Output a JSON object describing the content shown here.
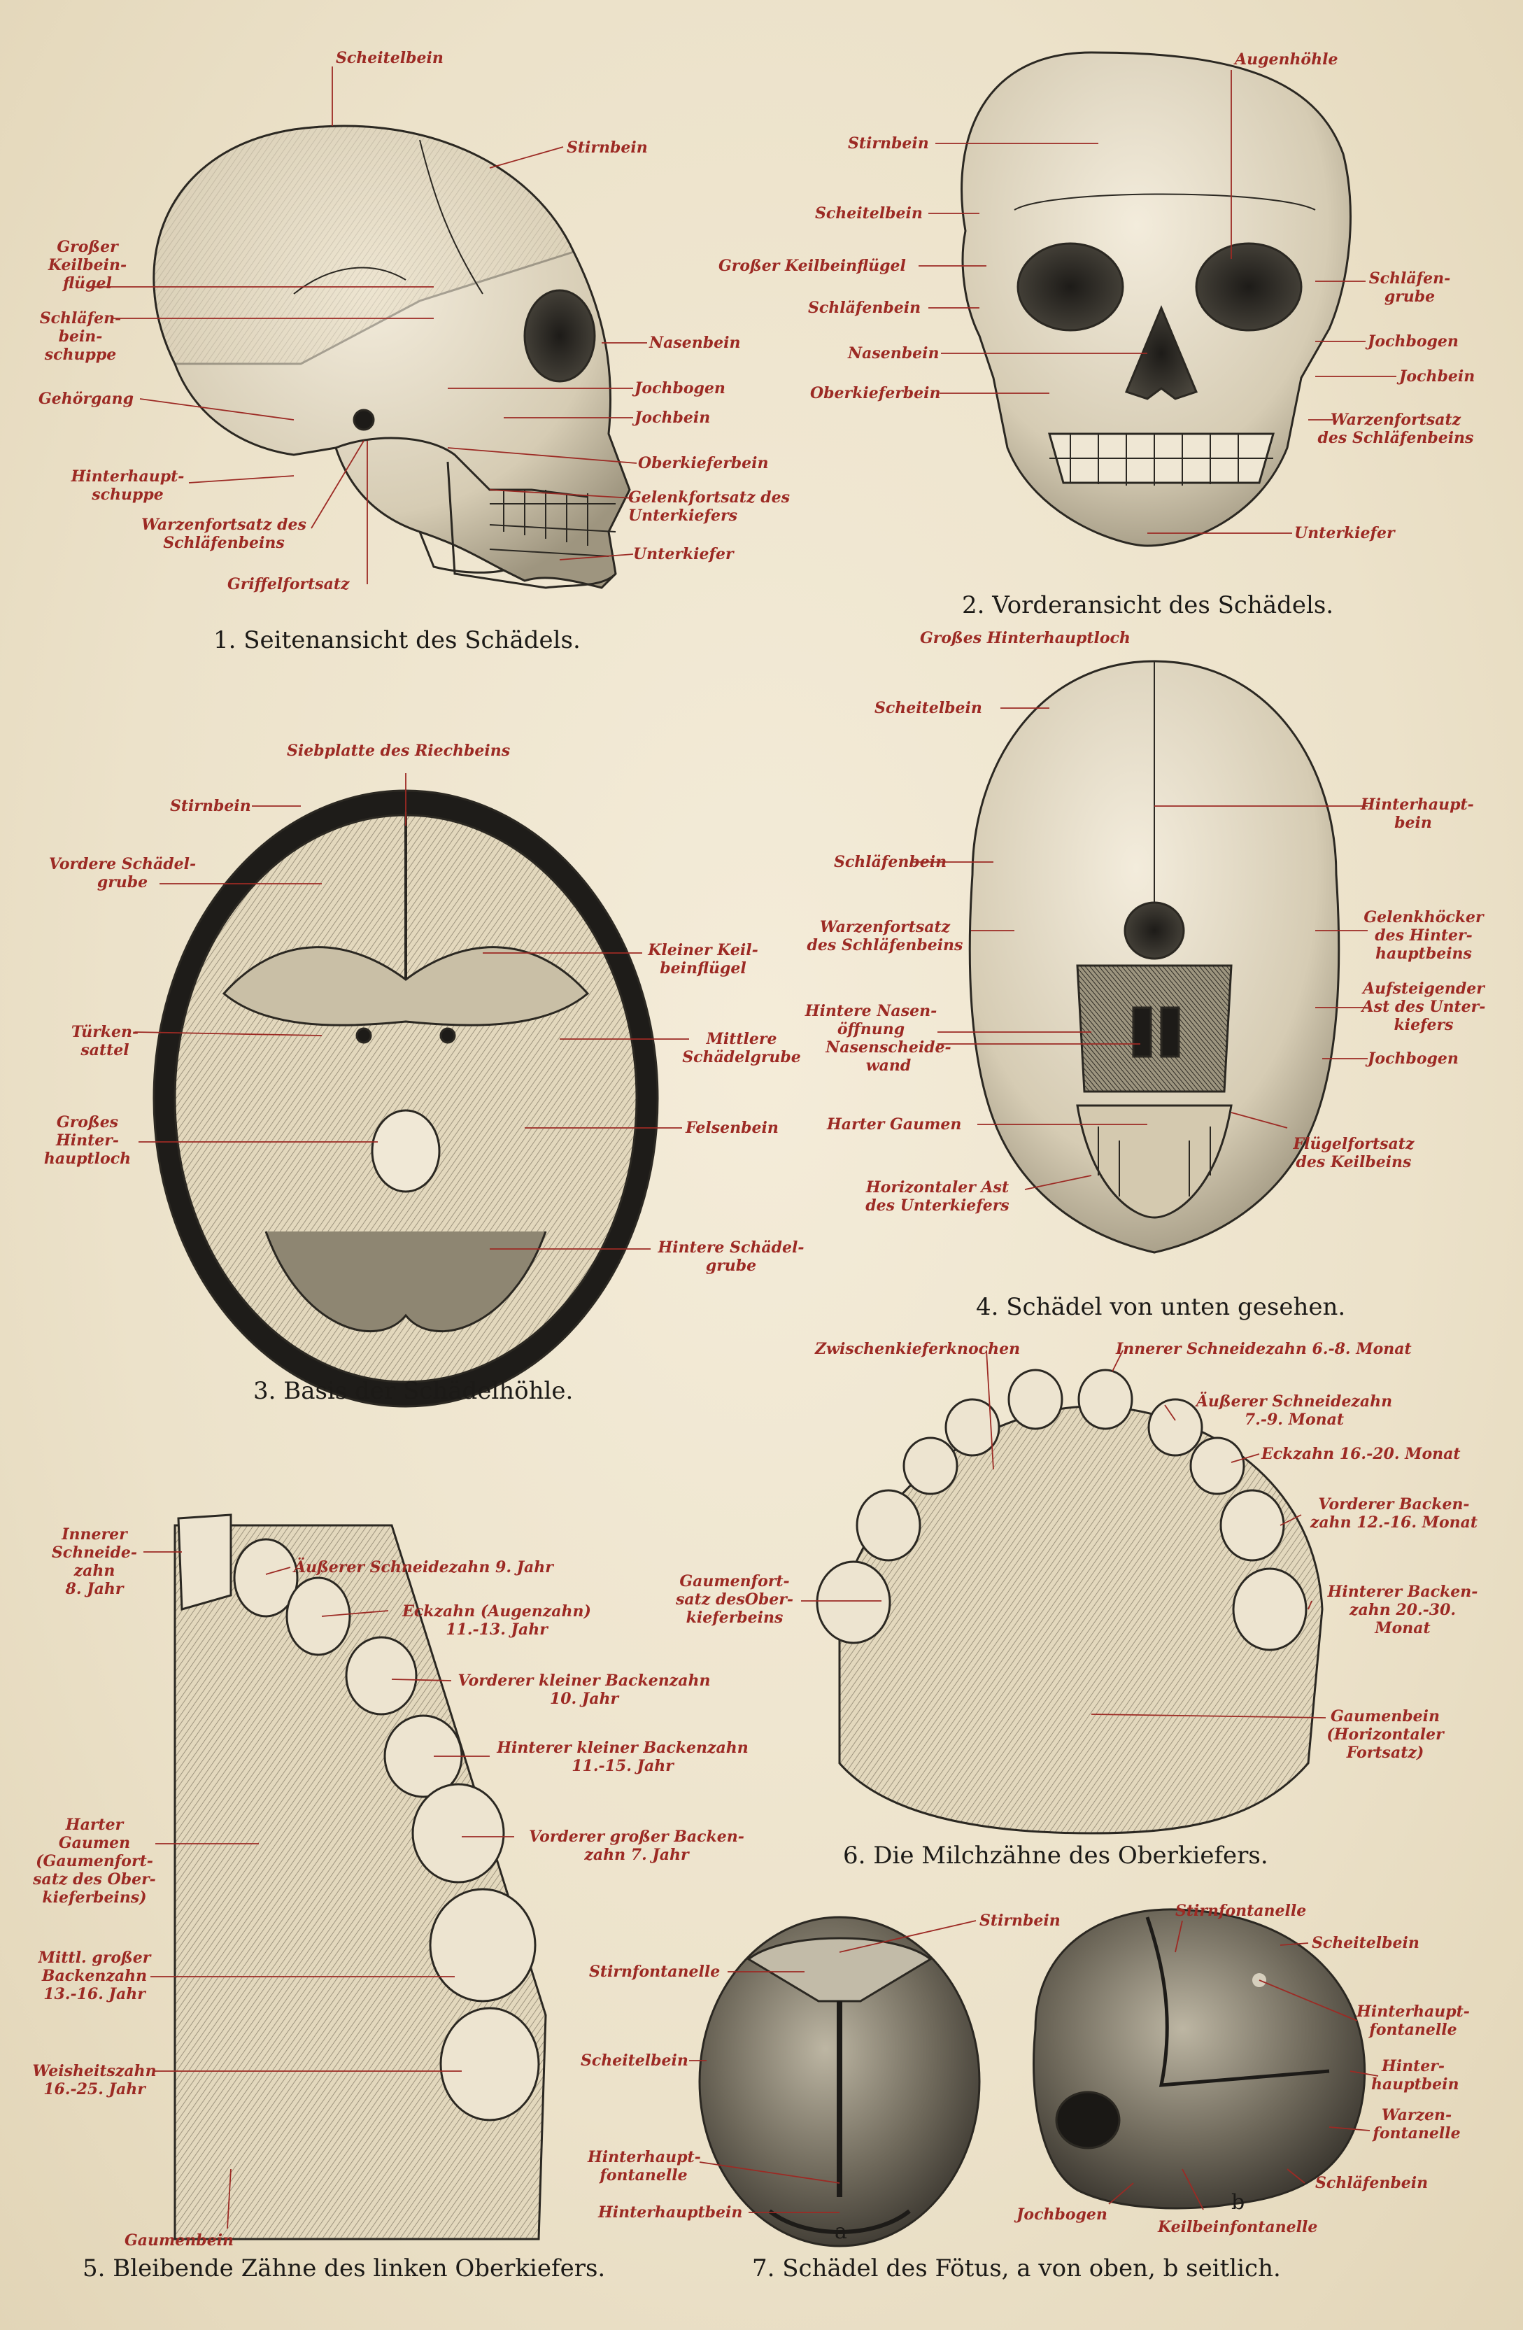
{
  "captions": {
    "fig1": "1. Seitenansicht des Schädels.",
    "fig2": "2. Vorderansicht des Schädels.",
    "fig3": "3. Basis der Schädelhöhle.",
    "fig4": "4. Schädel von unten gesehen.",
    "fig5": "5. Bleibende Zähne des linken Oberkiefers.",
    "fig6": "6. Die Milchzähne des Oberkiefers.",
    "fig7": "7. Schädel des Fötus, a von oben, b seitlich."
  },
  "fig7_sublabels": {
    "a": "a",
    "b": "b"
  },
  "fig1": {
    "scheitelbein": "Scheitelbein",
    "stirnbein": "Stirnbein",
    "grosser_keilbeinfluegel": "Großer\nKeilbein-\nflügel",
    "schlaefenbeinschuppe": "Schläfen-\nbein-\nschuppe",
    "gehoergang": "Gehörgang",
    "hinterhauptschuppe": "Hinterhaupt-\nschuppe",
    "warzenfortsatz": "Warzenfortsatz des\nSchläfenbeins",
    "griffelfortsatz": "Griffelfortsatz",
    "nasenbein": "Nasenbein",
    "jochbogen": "Jochbogen",
    "jochbein": "Jochbein",
    "oberkieferbein": "Oberkieferbein",
    "gelenkfortsatz": "Gelenkfortsatz des\nUnterkiefers",
    "unterkiefer": "Unterkiefer"
  },
  "fig2": {
    "augenhoehle": "Augenhöhle",
    "stirnbein": "Stirnbein",
    "scheitelbein": "Scheitelbein",
    "grosser_keilbeinfluegel": "Großer Keilbeinflügel",
    "schlaefenbein": "Schläfenbein",
    "nasenbein": "Nasenbein",
    "oberkieferbein": "Oberkieferbein",
    "schlaefengrube": "Schläfen-\ngrube",
    "jochbogen": "Jochbogen",
    "jochbein": "Jochbein",
    "warzenfortsatz": "Warzenfortsatz\ndes Schläfenbeins",
    "unterkiefer": "Unterkiefer"
  },
  "fig3": {
    "siebplatte": "Siebplatte des Riechbeins",
    "stirnbein": "Stirnbein",
    "vordere_schaedelgrube": "Vordere Schädel-\ngrube",
    "tuerkensattel": "Türken-\nsattel",
    "grosses_hinterhauptloch": "Großes\nHinter-\nhauptloch",
    "kleiner_keilbeinfluegel": "Kleiner Keil-\nbeinflügel",
    "mittlere_schaedelgrube": "Mittlere\nSchädelgrube",
    "felsenbein": "Felsenbein",
    "hintere_schaedelgrube": "Hintere Schädel-\ngrube"
  },
  "fig4": {
    "grosses_hinterhauptloch": "Großes Hinterhauptloch",
    "scheitelbein": "Scheitelbein",
    "hinterhauptbein": "Hinterhaupt-\nbein",
    "schlaefenbein": "Schläfenbein",
    "warzenfortsatz": "Warzenfortsatz\ndes Schläfenbeins",
    "gelenkhoecker": "Gelenkhöcker\ndes Hinter-\nhauptbeins",
    "aufsteigender_ast": "Aufsteigender\nAst des Unter-\nkiefers",
    "hintere_nasenoeffnung": "Hintere Nasen-\nöffnung",
    "nasenscheidewand": "Nasenscheide-\nwand",
    "jochbogen": "Jochbogen",
    "harter_gaumen": "Harter Gaumen",
    "fluegelfortsatz": "Flügelfortsatz\ndes Keilbeins",
    "horizontaler_ast": "Horizontaler Ast\ndes Unterkiefers"
  },
  "fig5": {
    "innerer_schneidezahn": "Innerer\nSchneide-\nzahn\n8. Jahr",
    "aeusserer_schneidezahn": "Äußerer Schneidezahn 9. Jahr",
    "eckzahn": "Eckzahn (Augenzahn)\n11.-13. Jahr",
    "vorderer_kleiner_backenzahn": "Vorderer kleiner Backenzahn\n10. Jahr",
    "hinterer_kleiner_backenzahn": "Hinterer kleiner Backenzahn\n11.-15. Jahr",
    "vorderer_grosser_backenzahn": "Vorderer großer Backen-\nzahn 7. Jahr",
    "harter_gaumen": "Harter\nGaumen\n(Gaumenfort-\nsatz des Ober-\nkieferbeins)",
    "mittl_grosser_backenzahn": "Mittl. großer\nBackenzahn\n13.-16. Jahr",
    "weisheitszahn": "Weisheitszahn\n16.-25. Jahr",
    "gaumenbein": "Gaumenbein"
  },
  "fig6": {
    "zwischenkieferknochen": "Zwischenkieferknochen",
    "innerer_schneidezahn": "Innerer Schneidezahn 6.-8. Monat",
    "aeusserer_schneidezahn": "Äußerer Schneidezahn\n7.-9. Monat",
    "eckzahn": "Eckzahn 16.-20. Monat",
    "vorderer_backenzahn": "Vorderer Backen-\nzahn 12.-16. Monat",
    "gaumenfortsatz": "Gaumenfort-\nsatz desOber-\nkieferbeins",
    "hinterer_backenzahn": "Hinterer Backen-\nzahn 20.-30.\nMonat",
    "gaumenbein": "Gaumenbein\n(Horizontaler\nFortsatz)"
  },
  "fig7": {
    "stirnbein": "Stirnbein",
    "stirnfontanelle_a": "Stirnfontanelle",
    "scheitelbein_a": "Scheitelbein",
    "hinterhauptfontanelle_a": "Hinterhaupt-\nfontanelle",
    "hinterhauptbein_a": "Hinterhauptbein",
    "stirnfontanelle_b": "Stirnfontanelle",
    "scheitelbein_b": "Scheitelbein",
    "hinterhauptfontanelle_b": "Hinterhaupt-\nfontanelle",
    "hinterhauptbein_b": "Hinter-\nhauptbein",
    "warzenfontanelle": "Warzen-\nfontanelle",
    "schlaefenbein": "Schläfenbein",
    "jochbogen": "Jochbogen",
    "keilbeinfontanelle": "Keilbeinfontanelle"
  }
}
